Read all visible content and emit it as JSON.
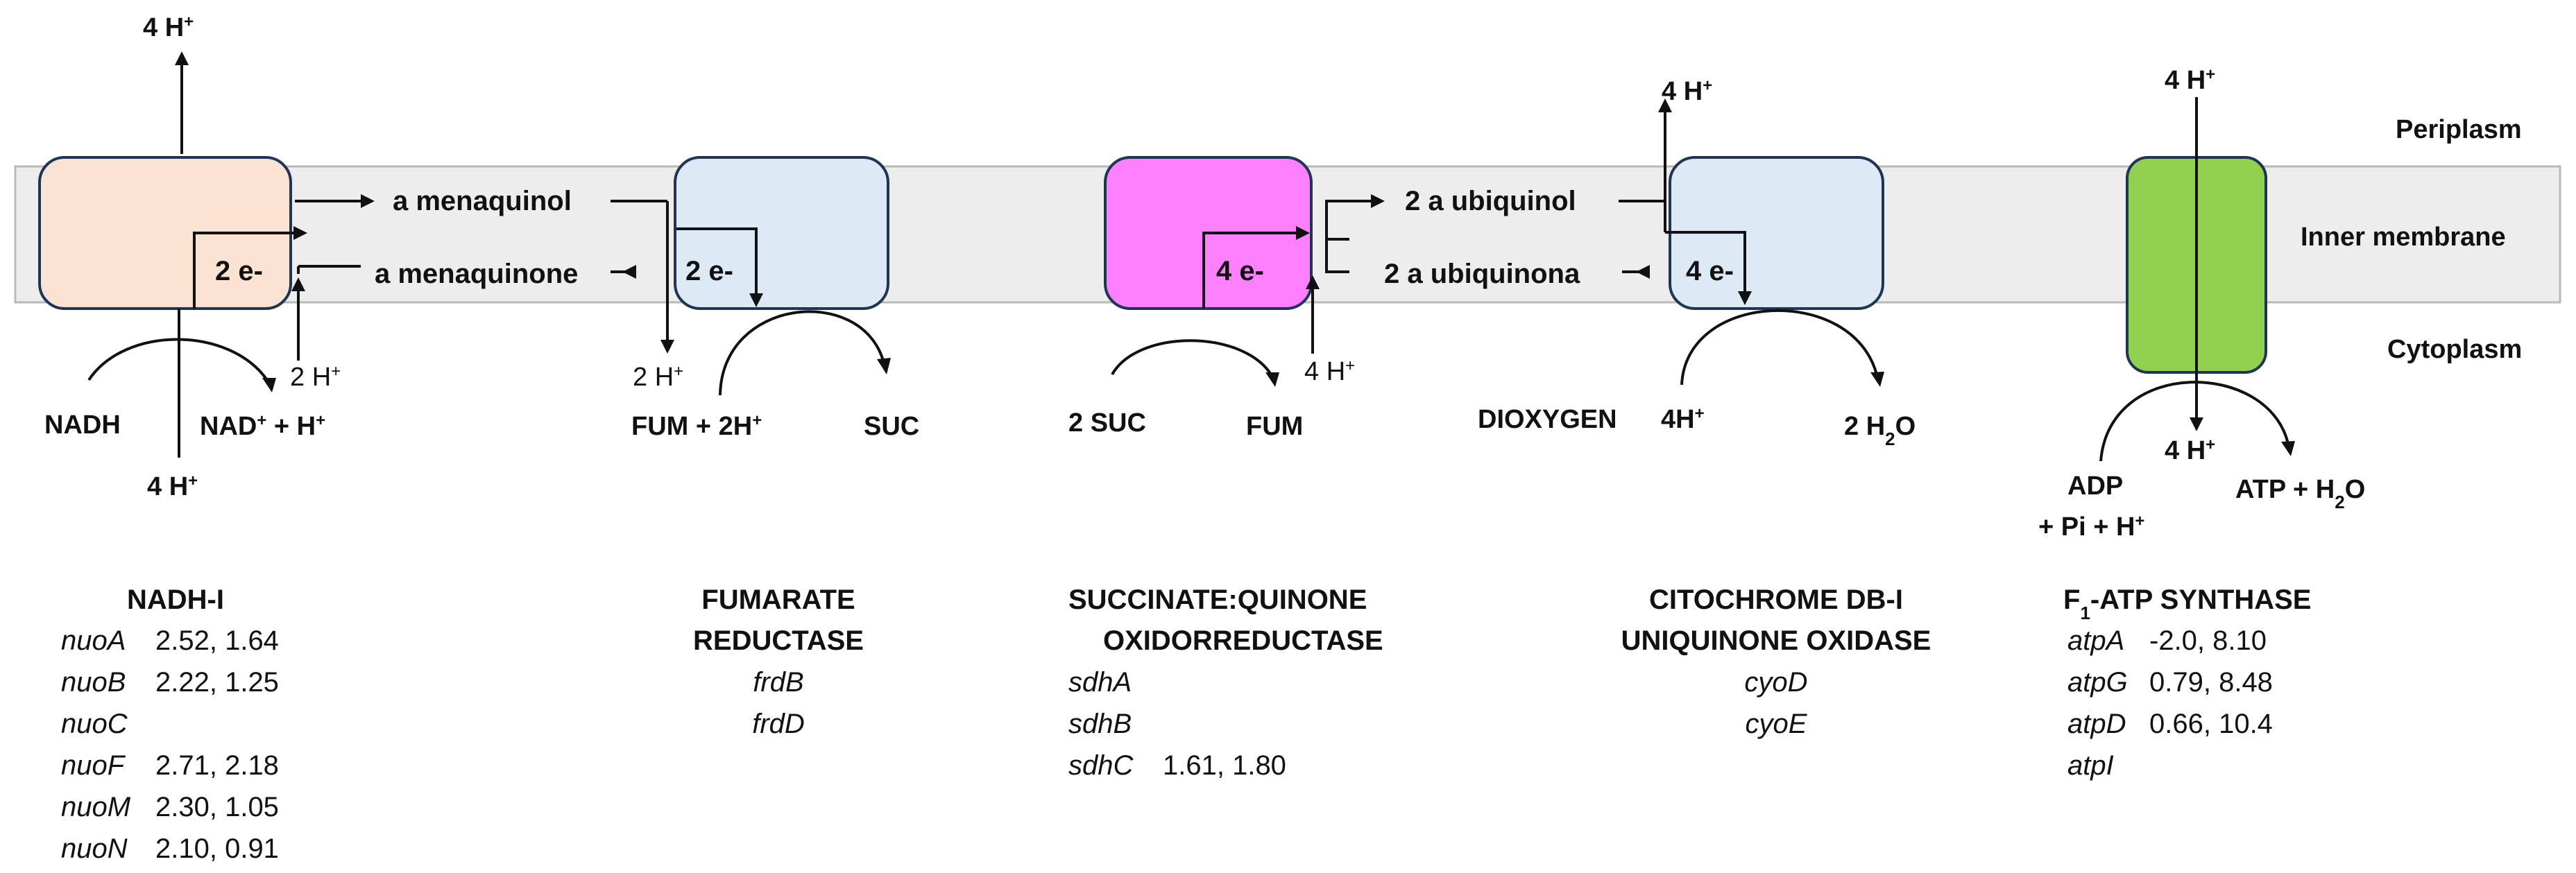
{
  "colors": {
    "membrane": "#ededed",
    "membrane_border": "#b9b9b9",
    "nadh_box": "#fbe3d4",
    "frd_box": "#dde9f5",
    "sqr_box": "#ff80ff",
    "cyo_box": "#dde9f5",
    "atp_box": "#92d050",
    "box_border": "#1f3556",
    "ink": "#111111"
  },
  "compartments": {
    "periplasm": "Periplasm",
    "inner_membrane": "Inner membrane",
    "cytoplasm": "Cytoplasm"
  },
  "complexes": {
    "nadh": {
      "electrons": "2 e-",
      "proton_out": "4 H",
      "proton_in": "4 H",
      "proton_side": "2 H",
      "substrate": "NADH",
      "product": "NAD",
      "product_tail": " + H",
      "title": "NADH-I",
      "genes": [
        {
          "name": "nuoA",
          "values": "2.52, 1.64"
        },
        {
          "name": "nuoB",
          "values": "2.22, 1.25"
        },
        {
          "name": "nuoC",
          "values": ""
        },
        {
          "name": "nuoF",
          "values": "2.71, 2.18"
        },
        {
          "name": "nuoM",
          "values": "2.30, 1.05"
        },
        {
          "name": "nuoN",
          "values": "2.10, 0.91"
        }
      ]
    },
    "frd": {
      "electrons": "2 e-",
      "proton_side": "2 H",
      "substrate": "FUM + 2H",
      "product": "SUC",
      "title_line1": "FUMARATE",
      "title_line2": "REDUCTASE",
      "genes": [
        {
          "name": "frdB",
          "values": ""
        },
        {
          "name": "frdD",
          "values": ""
        }
      ]
    },
    "sqr": {
      "electrons": "4 e-",
      "proton_side": "4 H",
      "substrate": "2 SUC",
      "product": "FUM",
      "title_line1": "SUCCINATE:QUINONE",
      "title_line2": "OXIDORREDUCTASE",
      "genes": [
        {
          "name": "sdhA",
          "values": ""
        },
        {
          "name": "sdhB",
          "values": ""
        },
        {
          "name": "sdhC",
          "values": "1.61, 1.80"
        }
      ]
    },
    "cyo": {
      "electrons": "4 e-",
      "proton_out": "4 H",
      "substrate": "DIOXYGEN",
      "protons_in": "4H",
      "product": "2 H",
      "product_sub": "2",
      "product_tail": "O",
      "title_line1": "CITOCHROME DB-I",
      "title_line2": "UNIQUINONE OXIDASE",
      "genes": [
        {
          "name": "cyoD",
          "values": ""
        },
        {
          "name": "cyoE",
          "values": ""
        }
      ]
    },
    "atp": {
      "proton_out": "4 H",
      "proton_in": "4 H",
      "substrate_line1": "ADP",
      "substrate_line2": "+ Pi + H",
      "product": "ATP + H",
      "product_sub": "2",
      "product_tail": "O",
      "title_main": "F",
      "title_sub": "1",
      "title_rest": "-ATP SYNTHASE",
      "genes": [
        {
          "name": "atpA",
          "values": "-2.0, 8.10"
        },
        {
          "name": "atpG",
          "values": "0.79, 8.48"
        },
        {
          "name": "atpD",
          "values": "0.66, 10.4"
        },
        {
          "name": "atpI",
          "values": ""
        }
      ]
    }
  },
  "quinones": {
    "menaquinol": "a menaquinol",
    "menaquinone": "a menaquinone",
    "ubiquinol": "2 a ubiquinol",
    "ubiquinone": "2 a ubiquinona"
  },
  "superscript_plus": "+"
}
